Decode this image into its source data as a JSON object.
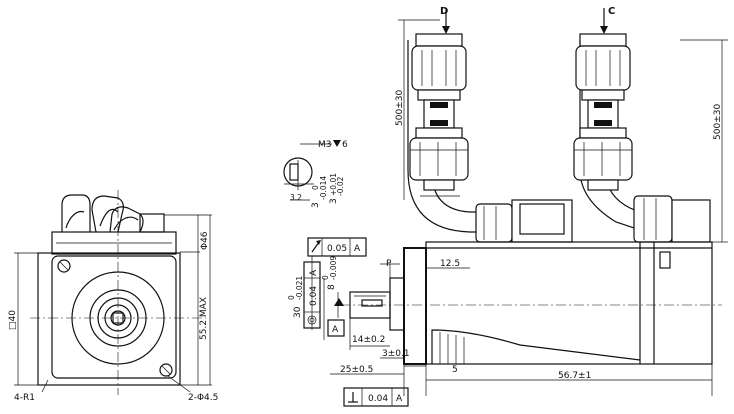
{
  "labels": {
    "section_d": "D",
    "section_c": "C",
    "cable_len_left": "500±30",
    "cable_len_right": "500±30",
    "thread": "M3",
    "depth": "6",
    "key_h": "3.2",
    "key_w": "3",
    "key_w_tol": "-0.014",
    "key_w_tol0": "0",
    "key_h2": "3",
    "key_h2_tol_up": "+0.01",
    "key_h2_tol_dn": "-0.02",
    "tol_runout": "0.05",
    "datum_a": "A",
    "tol_coax": "0.04",
    "shaft_dia": "8",
    "shaft_tol_dn": "-0.009",
    "shaft_tol_up": "0",
    "pilot_dia": "30",
    "pilot_tol_dn": "-0.021",
    "pilot_tol_up": "0",
    "p_mark": "P",
    "len_12_5": "12.5",
    "len_14": "14±0.2",
    "len_3": "3±0.1",
    "len_25": "25±0.5",
    "len_5": "5",
    "len_56": "56.7±1",
    "tol_perp": "0.04",
    "flange_sq": "□40",
    "bolt_circle": "Φ46",
    "max_h": "55.2 MAX",
    "radius": "4-R1",
    "holes": "2-Φ4.5"
  }
}
